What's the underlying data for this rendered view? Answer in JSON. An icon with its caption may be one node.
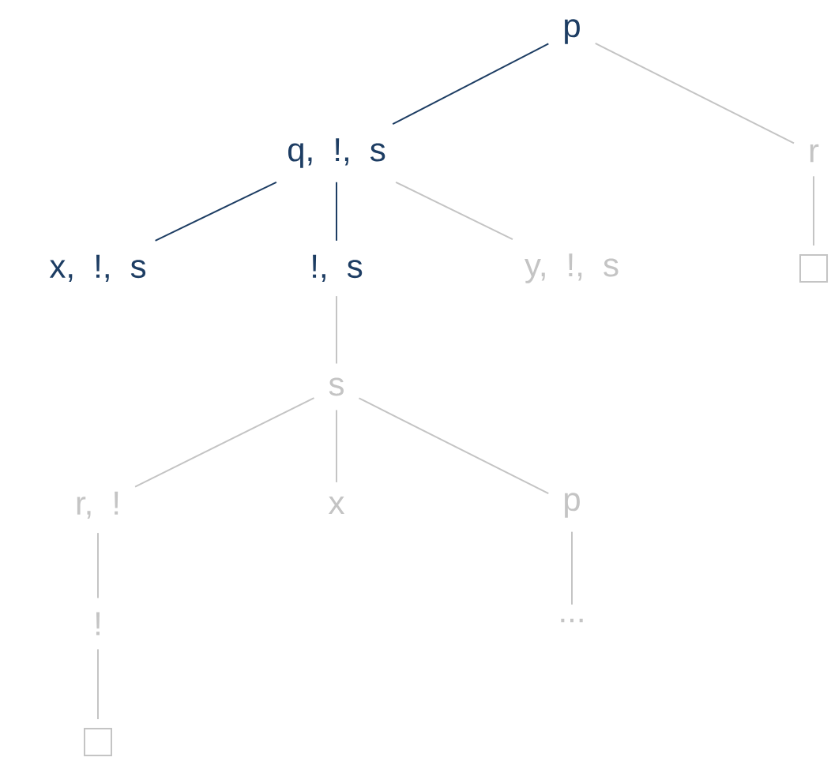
{
  "diagram": {
    "nodes": [
      {
        "text": [
          "p"
        ]
      },
      {
        "text": [
          "q, !, s"
        ]
      },
      {
        "text": [
          "r"
        ]
      },
      {
        "text": [
          "x, !, s"
        ]
      },
      {
        "text": [
          "!, s"
        ]
      },
      {
        "text": [
          "y, !, s"
        ]
      },
      {
        "text": [],
        "shape": "box"
      },
      {
        "text": [
          "s"
        ]
      },
      {
        "text": [
          "r, !"
        ]
      },
      {
        "text": [
          "x"
        ]
      },
      {
        "text": [
          "p"
        ]
      },
      {
        "text": [
          "!"
        ]
      },
      {
        "text": [
          "..."
        ]
      },
      {
        "text": [],
        "shape": "box"
      }
    ],
    "edges": [
      {
        "from": 0,
        "to": 1,
        "arrow": "none",
        "color": "#1d3d63"
      },
      {
        "from": 0,
        "to": 2,
        "arrow": "none"
      },
      {
        "from": 1,
        "to": 3,
        "arrow": "none",
        "color": "#1d3d63"
      },
      {
        "from": 1,
        "to": 4,
        "arrow": "none",
        "color": "#1d3d63"
      },
      {
        "from": 1,
        "to": 5,
        "arrow": "none"
      },
      {
        "from": 2,
        "to": 6,
        "arrow": "none"
      },
      {
        "from": 4,
        "to": 7,
        "arrow": "none"
      },
      {
        "from": 7,
        "to": 8,
        "arrow": "none"
      },
      {
        "from": 7,
        "to": 9,
        "arrow": "none"
      },
      {
        "from": 7,
        "to": 10,
        "arrow": "none"
      },
      {
        "from": 8,
        "to": 11,
        "arrow": "none"
      },
      {
        "from": 10,
        "to": 12,
        "arrow": "none"
      },
      {
        "from": 11,
        "to": 13,
        "arrow": "none"
      }
    ]
  }
}
